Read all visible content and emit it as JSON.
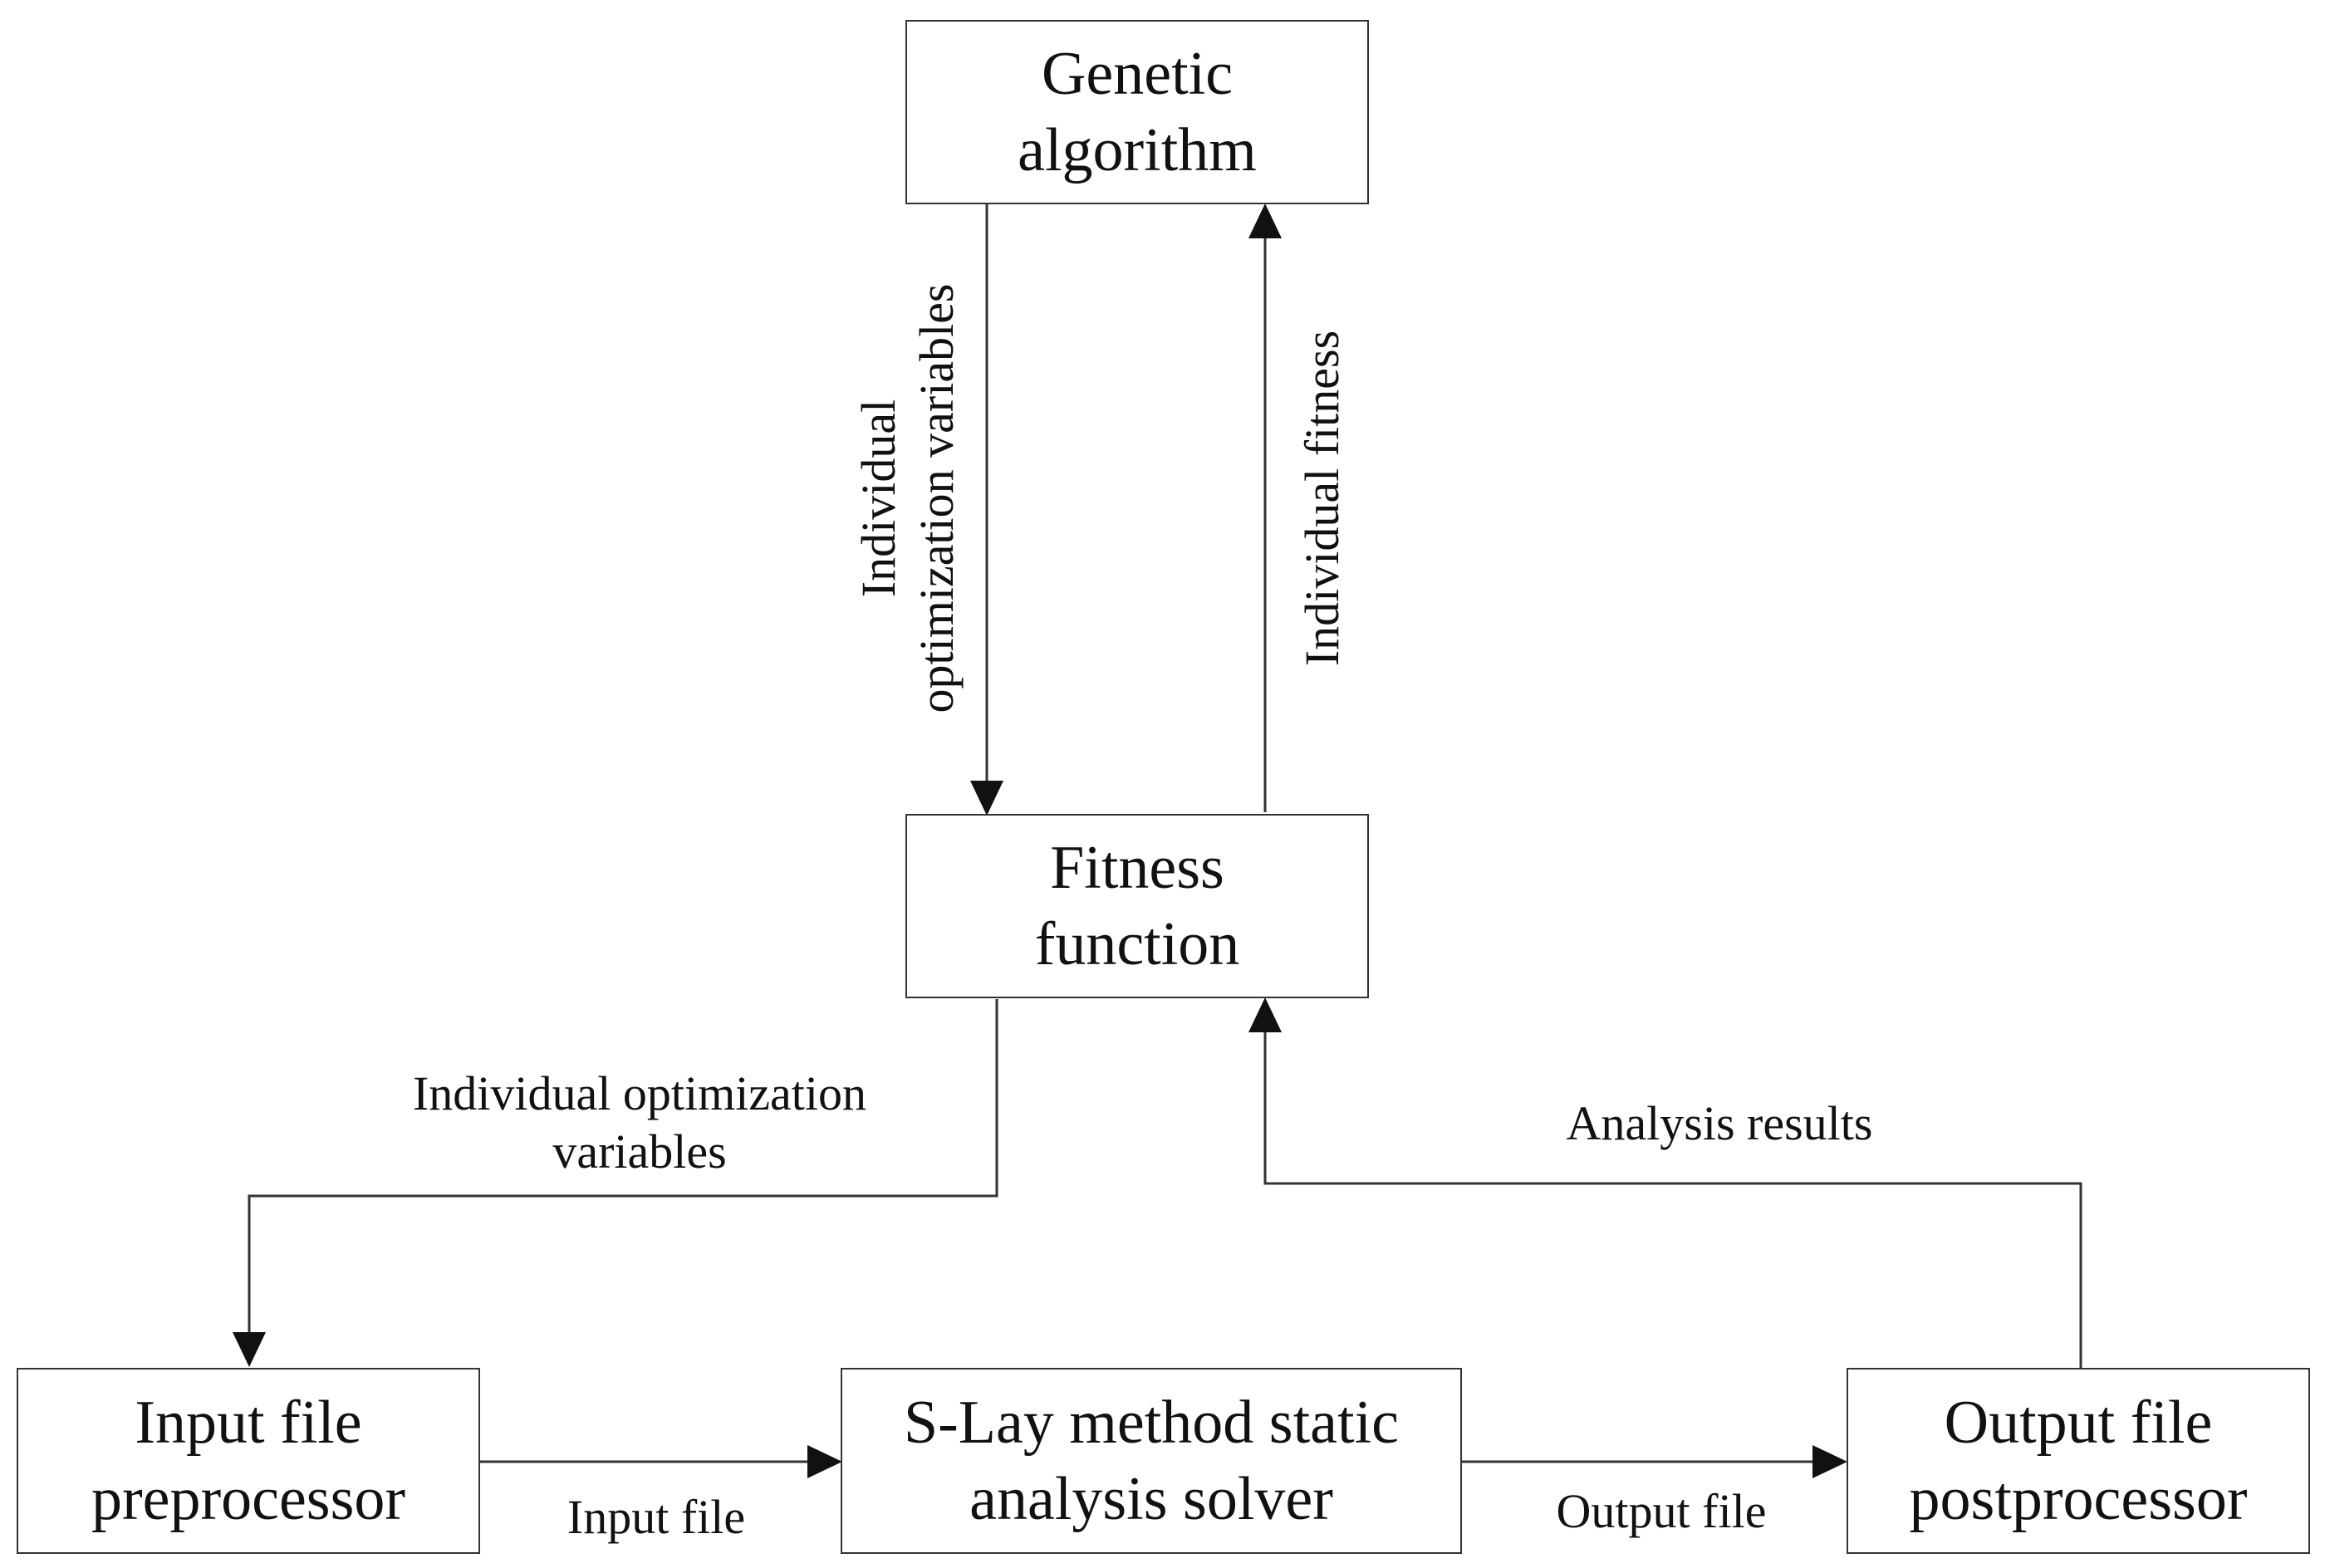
{
  "nodes": {
    "genetic_algorithm": {
      "line1": "Genetic",
      "line2": "algorithm"
    },
    "fitness_function": {
      "line1": "Fitness",
      "line2": "function"
    },
    "input_preprocessor": {
      "line1": "Input file",
      "line2": "preprocessor"
    },
    "solver": {
      "line1": "S-Lay method static",
      "line2": "analysis solver"
    },
    "output_postprocessor": {
      "line1": "Output file",
      "line2": "postprocessor"
    }
  },
  "edges": {
    "ga_to_fitness": {
      "line1": "Individual",
      "line2": "optimization variables"
    },
    "fitness_to_ga": {
      "text": "Individual fitness"
    },
    "fitness_to_input": {
      "line1": "Individual optimization",
      "line2": "variables"
    },
    "output_to_fitness": {
      "text": "Analysis results"
    },
    "input_to_solver": {
      "text": "Input file"
    },
    "solver_to_output": {
      "text": "Output file"
    }
  },
  "colors": {
    "line": "#333333",
    "text": "#111111",
    "background": "#ffffff"
  }
}
